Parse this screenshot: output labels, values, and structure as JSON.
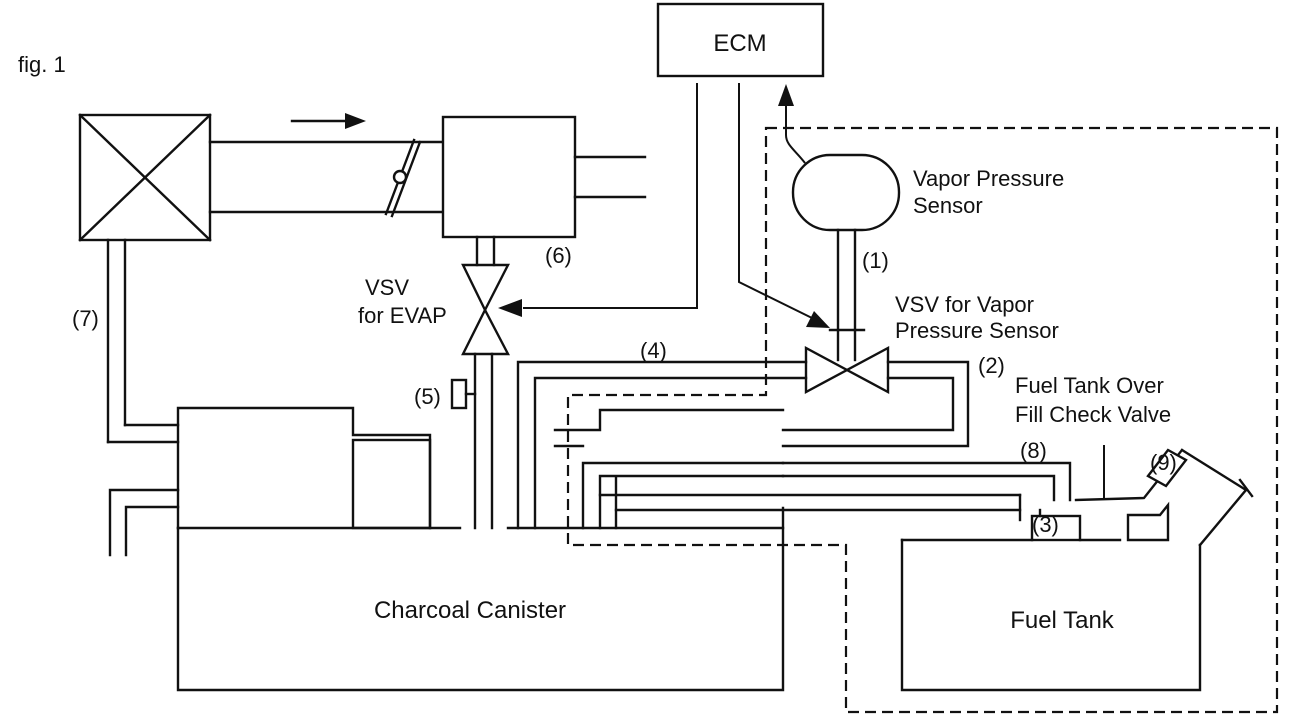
{
  "figure_label": "fig. 1",
  "labels": {
    "ecm": "ECM",
    "vapor_pressure_sensor_line1": "Vapor Pressure",
    "vapor_pressure_sensor_line2": "Sensor",
    "vsv_for_vapor_line1": "VSV for Vapor",
    "vsv_for_vapor_line2": "Pressure Sensor",
    "vsv_for_evap_line1": "VSV",
    "vsv_for_evap_line2": "for EVAP",
    "fill_check_valve_line1": "Fuel Tank Over",
    "fill_check_valve_line2": "Fill Check Valve",
    "charcoal_canister": "Charcoal Canister",
    "fuel_tank": "Fuel Tank"
  },
  "callouts": {
    "c1": "(1)",
    "c2": "(2)",
    "c3": "(3)",
    "c4": "(4)",
    "c5": "(5)",
    "c6": "(6)",
    "c7": "(7)",
    "c8": "(8)",
    "c9": "(9)"
  }
}
